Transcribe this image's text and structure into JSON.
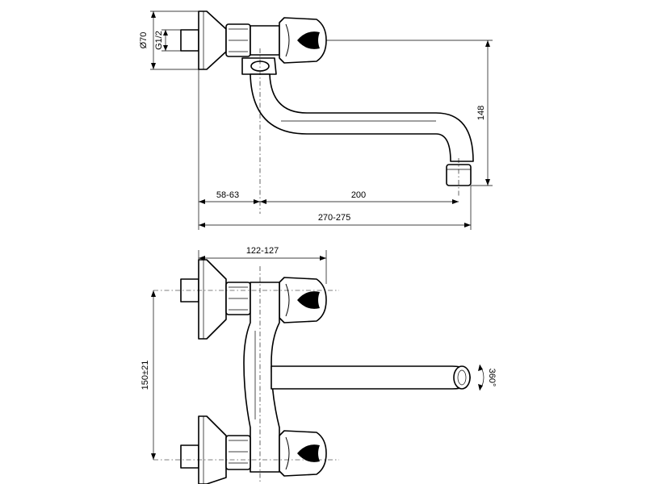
{
  "drawing": {
    "top_view": {
      "dim_diameter": "Ø70",
      "dim_thread": "G1/2",
      "dim_height": "148",
      "dim_offset": "58-63",
      "dim_spout": "200",
      "dim_total": "270-275"
    },
    "front_view": {
      "dim_projection": "122-127",
      "dim_centers": "150±21",
      "dim_rotation": "360°"
    }
  }
}
